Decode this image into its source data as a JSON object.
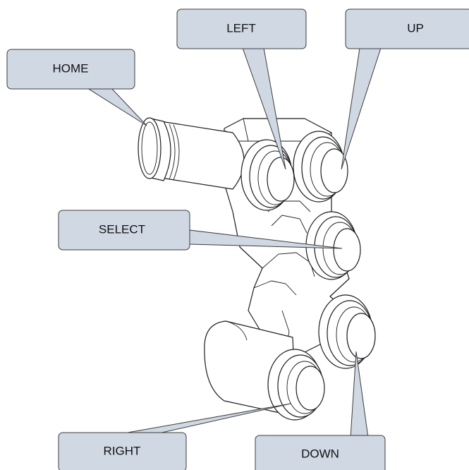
{
  "callouts": {
    "home": "HOME",
    "left": "LEFT",
    "up": "UP",
    "select": "SELECT",
    "right": "RIGHT",
    "down": "DOWN"
  },
  "colors": {
    "callout_fill": "#d0d8e4",
    "callout_stroke": "#3c3c3c",
    "line_art": "#1c1c1c",
    "background": "#ffffff"
  }
}
